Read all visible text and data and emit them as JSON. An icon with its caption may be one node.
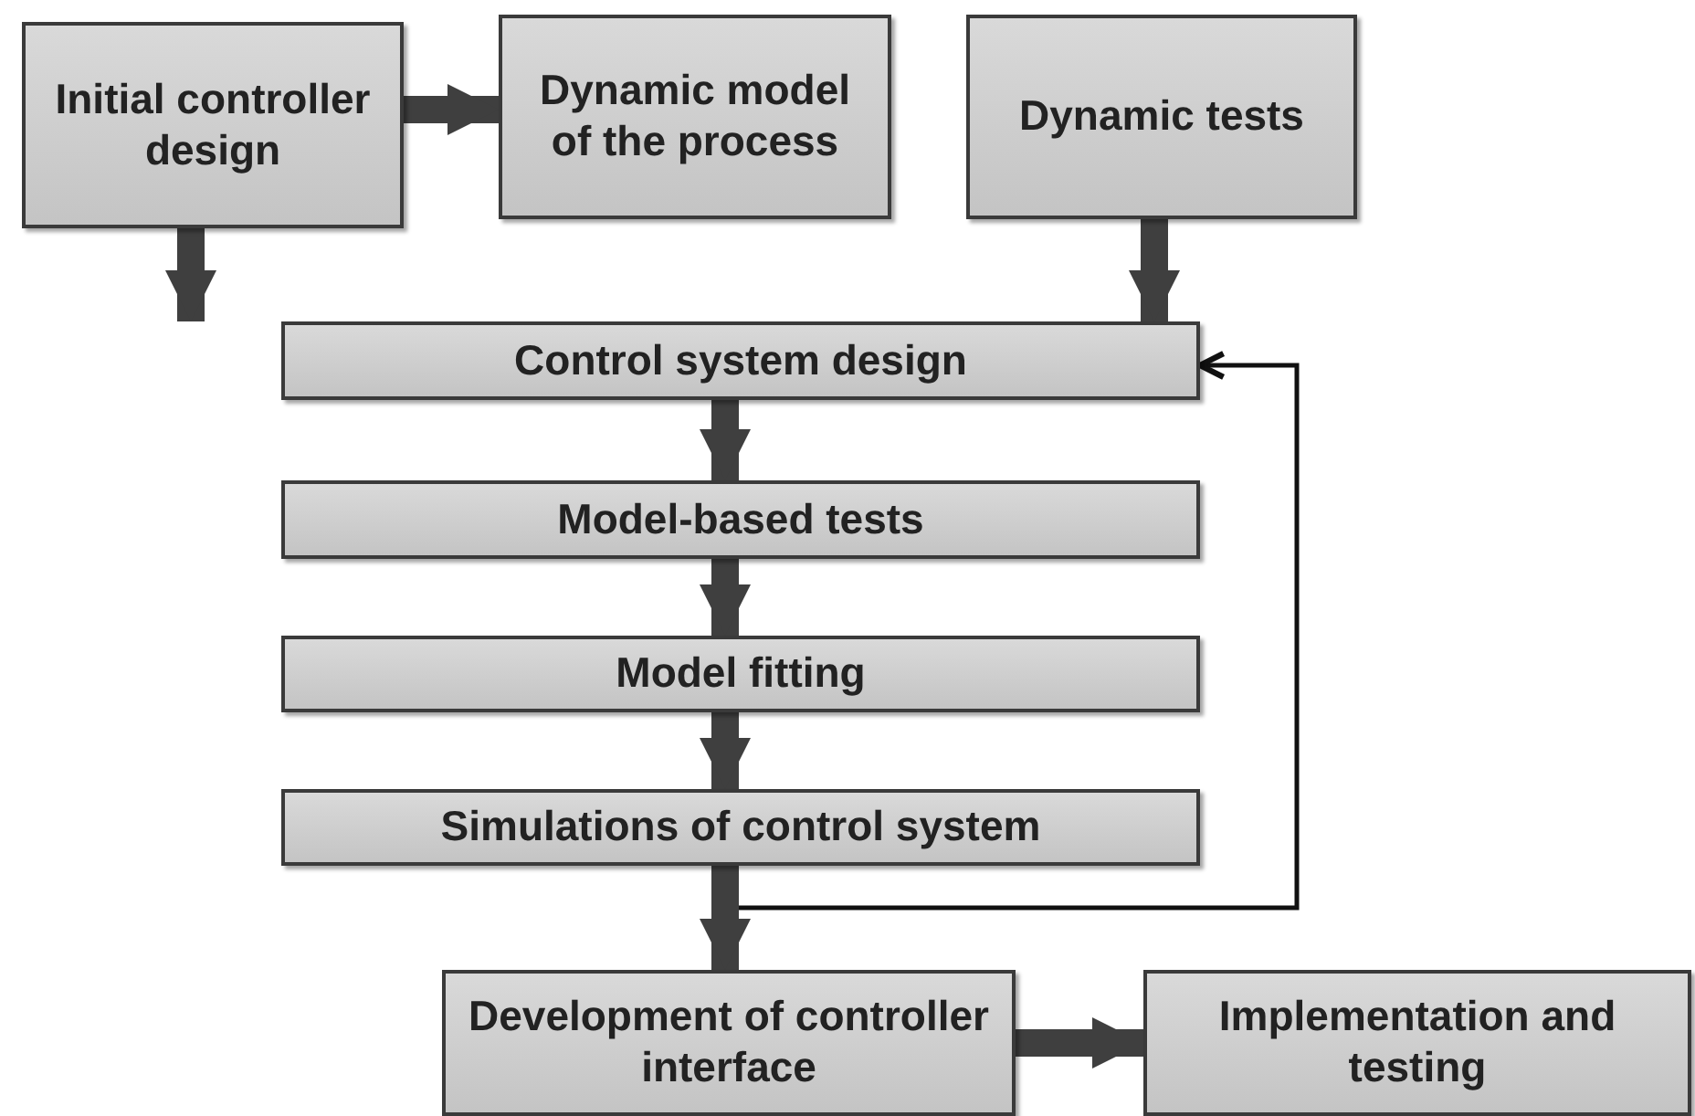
{
  "diagram": {
    "nodes": [
      {
        "text": [
          "Initial controller design"
        ]
      },
      {
        "text": [
          "Dynamic model of the process"
        ]
      },
      {
        "text": [
          "Dynamic tests"
        ]
      },
      {
        "text": [
          "Control system design"
        ]
      },
      {
        "text": [
          "Model-based tests"
        ]
      },
      {
        "text": [
          "Model fitting"
        ]
      },
      {
        "text": [
          "Simulations of control system"
        ]
      },
      {
        "text": [
          "Development of controller interface"
        ]
      },
      {
        "text": [
          "Implementation and testing"
        ]
      }
    ],
    "edges": [
      {
        "from": 0,
        "to": 1,
        "arrow": "to"
      },
      {
        "from": 0,
        "to": 3,
        "arrow": "to"
      },
      {
        "from": 2,
        "to": 3,
        "arrow": "to"
      },
      {
        "from": 3,
        "to": 4,
        "arrow": "to"
      },
      {
        "from": 4,
        "to": 5,
        "arrow": "to"
      },
      {
        "from": 5,
        "to": 6,
        "arrow": "to"
      },
      {
        "from": 6,
        "to": 7,
        "arrow": "to"
      },
      {
        "from": 7,
        "to": 8,
        "arrow": "to"
      },
      {
        "from": 6,
        "to": 3,
        "arrow": "to",
        "color": "#111111"
      }
    ]
  }
}
